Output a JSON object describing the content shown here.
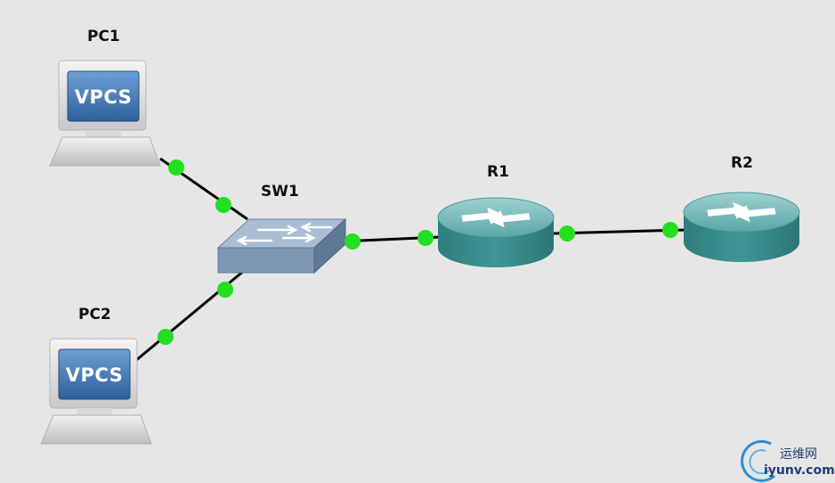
{
  "nodes": {
    "pc1": {
      "label": "PC1",
      "screen_text": "VPCS"
    },
    "pc2": {
      "label": "PC2",
      "screen_text": "VPCS"
    },
    "sw1": {
      "label": "SW1"
    },
    "r1": {
      "label": "R1"
    },
    "r2": {
      "label": "R2"
    }
  },
  "links": [
    {
      "from": "PC1",
      "to": "SW1",
      "status": "up"
    },
    {
      "from": "PC2",
      "to": "SW1",
      "status": "up"
    },
    {
      "from": "SW1",
      "to": "R1",
      "status": "up"
    },
    {
      "from": "R1",
      "to": "R2",
      "status": "up"
    }
  ],
  "watermark": {
    "cn": "运维网",
    "en": "iyunv.com"
  },
  "colors": {
    "background": "#e6e6e6",
    "link_up_dot": "#22e01f",
    "router_body": "#3a8c8c",
    "switch_body": "#7f97b2",
    "vpcs_screen": "#3f77b5"
  }
}
